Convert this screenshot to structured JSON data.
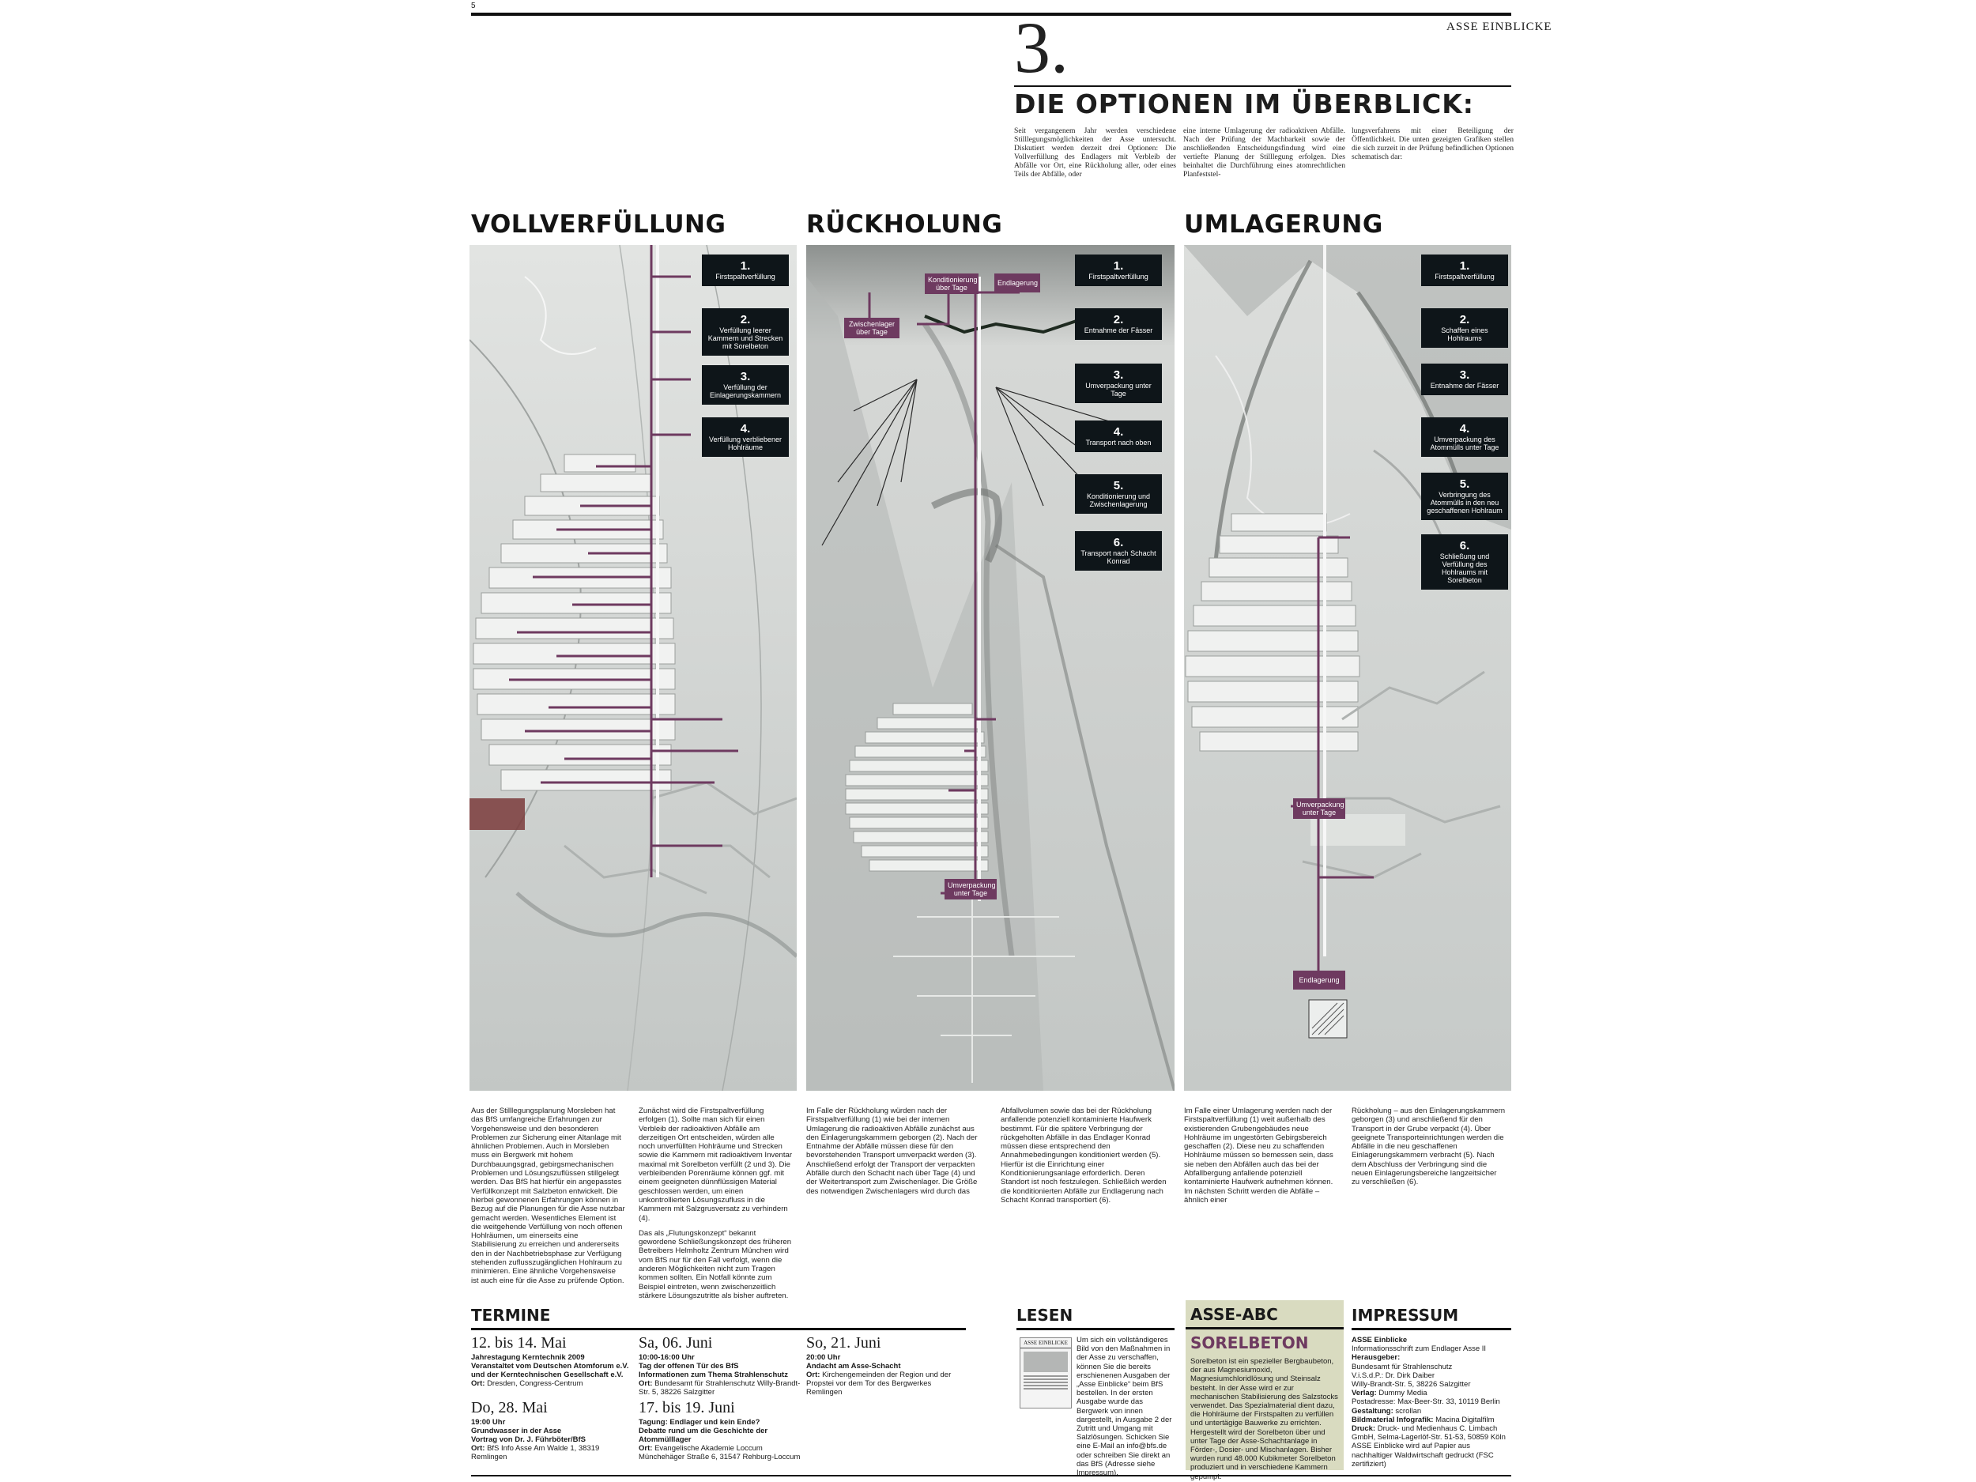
{
  "header": {
    "page_number": "5",
    "kicker": "ASSE EINBLICKE",
    "chapter_number": "3.",
    "headline": "DIE OPTIONEN IM ÜBERBLICK:",
    "intro_columns": [
      "Seit vergangenem Jahr werden verschiedene Stilllegungsmöglichkeiten der Asse untersucht. Diskutiert werden derzeit drei Optionen: Die Vollverfüllung des Endlagers mit Verbleib der Abfälle vor Ort, eine Rückholung aller, oder eines Teils der Abfälle, oder",
      "eine interne Umlagerung der radioaktiven Abfälle. Nach der Prüfung der Machbarkeit sowie der anschließenden Entscheidungsfindung wird eine vertiefte Planung der Stilllegung erfolgen. Dies beinhaltet die Durchführung eines atomrechtlichen Planfeststel-",
      "lungsverfahrens mit einer Beteiligung der Öffentlichkeit. Die unten gezeigten Grafiken stellen die sich zurzeit in der Prüfung befindlichen Optionen schematisch dar:"
    ]
  },
  "options": [
    {
      "title": "VOLLVERFÜLLUNG",
      "steps": [
        {
          "n": "1.",
          "label": "Firstspaltverfüllung"
        },
        {
          "n": "2.",
          "label": "Verfüllung leerer Kammern und Strecken mit Sorelbeton"
        },
        {
          "n": "3.",
          "label": "Verfüllung der Einlagerungskammern"
        },
        {
          "n": "4.",
          "label": "Verfüllung verbliebener Hohlräume"
        }
      ],
      "text": [
        "Aus der Stilllegungsplanung Morsleben hat das BfS umfangreiche Erfahrungen zur Vorgehensweise und den besonderen Problemen zur Sicherung einer Altanlage mit ähnlichen Problemen. Auch in Morsleben muss ein Bergwerk mit hohem Durchbauungsgrad, gebirgsmechanischen Problemen und Lösungszuflüssen stillgelegt werden. Das BfS hat hierfür ein angepasstes Verfüllkonzept mit Salzbeton entwickelt. Die hierbei gewonnenen Erfahrungen können in Bezug auf die Planungen für die Asse nutzbar gemacht werden. Wesentliches Element ist die weitgehende Verfüllung von noch offenen Hohlräumen, um einerseits eine Stabilisierung zu erreichen und andererseits den in der Nachbetriebsphase zur Verfügung stehenden zuflusszugänglichen Hohlraum zu minimieren. Eine ähnliche Vorgehensweise ist auch eine für die Asse zu prüfende Option.",
        "Zunächst wird die Firstspaltverfüllung erfolgen (1). Sollte man sich für einen Verbleib der radioaktiven Abfälle am derzeitigen Ort entscheiden, würden alle noch unverfüllten Hohlräume und Strecken sowie die Kammern mit radioaktivem Inventar maximal mit Sorelbeton verfüllt (2 und 3). Die verbleibenden Porenräume können ggf. mit einem geeigneten dünnflüssigen Material geschlossen werden, um einen unkontrollierten Lösungszufluss in die Kammern mit Salzgrusversatz zu verhindern (4).",
        "Das als „Flutungskonzept“ bekannt gewordene Schließungskonzept des früheren Betreibers Helmholtz Zentrum München wird vom BfS nur für den Fall verfolgt, wenn die anderen Möglichkeiten nicht zum Tragen kommen sollten. Ein Notfall könnte zum Beispiel eintreten, wenn zwischenzeitlich stärkere Lösungszutritte als bisher auftreten."
      ]
    },
    {
      "title": "RÜCKHOLUNG",
      "steps": [
        {
          "n": "1.",
          "label": "Firstspaltverfüllung"
        },
        {
          "n": "2.",
          "label": "Entnahme der Fässer"
        },
        {
          "n": "3.",
          "label": "Umverpackung unter Tage"
        },
        {
          "n": "4.",
          "label": "Transport nach oben"
        },
        {
          "n": "5.",
          "label": "Konditionierung und Zwischenlagerung"
        },
        {
          "n": "6.",
          "label": "Transport nach Schacht Konrad"
        }
      ],
      "labels": {
        "konditionierung": "Konditionierung über Tage",
        "endlagerung": "Endlagerung",
        "zwischenlager": "Zwischenlager über Tage",
        "umverpackung": "Umverpackung unter Tage"
      },
      "text": [
        "Im Falle der Rückholung würden nach der Firstspaltverfüllung (1) wie bei der internen Umlagerung die radioaktiven Abfälle zunächst aus den Einlagerungskammern geborgen (2). Nach der Entnahme der Abfälle müssen diese für den bevorstehenden Transport umverpackt werden (3). Anschließend erfolgt der Transport der verpackten Abfälle durch den Schacht nach über Tage (4) und der Weitertransport zum Zwischenlager. Die Größe des notwendigen Zwischenlagers wird durch das",
        "Abfallvolumen sowie das bei der Rückholung anfallende potenziell kontaminierte Haufwerk bestimmt. Für die spätere Verbringung der rückgeholten Abfälle in das Endlager Konrad müssen diese entsprechend den Annahmebedingungen konditioniert werden (5). Hierfür ist die Einrichtung einer Konditionierungsanlage erforderlich. Deren Standort ist noch festzulegen. Schließlich werden die konditionierten Abfälle zur Endlagerung nach Schacht Konrad transportiert (6)."
      ]
    },
    {
      "title": "UMLAGERUNG",
      "steps": [
        {
          "n": "1.",
          "label": "Firstspaltverfüllung"
        },
        {
          "n": "2.",
          "label": "Schaffen eines Hohlraums"
        },
        {
          "n": "3.",
          "label": "Entnahme der Fässer"
        },
        {
          "n": "4.",
          "label": "Umverpackung des Atommülls unter Tage"
        },
        {
          "n": "5.",
          "label": "Verbringung des Atommülls in den neu geschaffenen Hohlraum"
        },
        {
          "n": "6.",
          "label": "Schließung und Verfüllung des Hohlraums mit Sorelbeton"
        }
      ],
      "labels": {
        "umverpackung": "Umverpackung unter Tage",
        "endlagerung": "Endlagerung"
      },
      "text": [
        "Im Falle einer Umlagerung werden nach der Firstspaltverfüllung (1) weit außerhalb des existierenden Grubengebäudes neue Hohlräume im ungestörten Gebirgsbereich geschaffen (2). Diese neu zu schaffenden Hohlräume müssen so bemessen sein, dass sie neben den Abfällen auch das bei der Abfallbergung anfallende potenziell kontaminierte Haufwerk aufnehmen können. Im nächsten Schritt werden die Abfälle – ähnlich einer",
        "Rückholung – aus den Einlagerungskammern geborgen (3) und anschließend für den Transport in der Grube verpackt (4). Über geeignete Transporteinrichtungen werden die Abfälle in die neu geschaffenen Einlagerungskammern verbracht (5). Nach dem Abschluss der Verbringung sind die neuen Einlagerungsbereiche langzeitsicher zu verschließen (6)."
      ]
    }
  ],
  "termine": {
    "title": "TERMINE",
    "events": [
      {
        "date": "12. bis 14. Mai",
        "lines": [
          "Jahrestagung Kerntechnik 2009",
          "Veranstaltet vom Deutschen Atomforum e.V. und der Kerntechnischen Gesellschaft e.V."
        ],
        "ort_label": "Ort:",
        "ort": "Dresden, Congress-Centrum"
      },
      {
        "date": "Sa, 06. Juni",
        "lines": [
          "10:00-16:00 Uhr",
          "Tag der offenen Tür des BfS",
          "Informationen zum Thema Strahlenschutz"
        ],
        "ort_label": "Ort:",
        "ort": "Bundesamt für Strahlenschutz Willy-Brandt-Str. 5, 38226 Salzgitter"
      },
      {
        "date": "So, 21. Juni",
        "lines": [
          "20:00 Uhr",
          "Andacht am Asse-Schacht"
        ],
        "ort_label": "Ort:",
        "ort": "Kirchengemeinden der Region und der Propstei vor dem Tor des Bergwerkes Remlingen"
      },
      {
        "date": "Do, 28. Mai",
        "lines": [
          "19:00 Uhr",
          "Grundwasser in der Asse",
          "Vortrag von Dr. J. Führböter/BfS"
        ],
        "ort_label": "Ort:",
        "ort": "BfS Info Asse Am Walde 1, 38319 Remlingen"
      },
      {
        "date": "17. bis 19. Juni",
        "lines": [
          "Tagung: Endlager und kein Ende?",
          "Debatte rund um die Geschichte der Atommülllager"
        ],
        "ort_label": "Ort:",
        "ort": "Evangelische Akademie Loccum Münchehäger Straße 6, 31547 Rehburg-Loccum"
      }
    ]
  },
  "lesen": {
    "title": "LESEN",
    "thumb_title": "ASSE EINBLICKE",
    "text": "Um sich ein vollständigeres Bild von den Maßnahmen in der Asse zu verschaffen, können Sie die bereits erschienenen Ausgaben der „Asse Einblicke“ beim BfS bestellen. In der ersten Ausgabe wurde das Bergwerk von innen dargestellt, in Ausgabe 2 der Zutritt und Umgang mit Salzlösungen. Schicken Sie eine E-Mail an info@bfs.de oder schreiben Sie direkt an das BfS (Adresse siehe Impressum)."
  },
  "abc": {
    "title": "ASSE-ABC",
    "term": "SORELBETON",
    "text": "Sorelbeton ist ein spezieller Bergbaubeton, der aus Magnesiumoxid, Magnesiumchloridlösung und Steinsalz besteht. In der Asse wird er zur mechanischen Stabilisierung des Salzstocks verwendet. Das Spezialmaterial dient dazu, die Hohlräume der Firstspalten zu verfüllen und untertägige Bauwerke zu errichten. Hergestellt wird der Sorelbeton über und unter Tage der Asse-Schachtanlage in Förder-, Dosier- und Mischanlagen. Bisher wurden rund 48.000 Kubikmeter Sorelbeton produziert und in verschiedene Kammern gepumpt."
  },
  "impressum": {
    "title": "IMPRESSUM",
    "lines": [
      {
        "b": "ASSE Einblicke",
        "t": ""
      },
      {
        "b": "",
        "t": "Informationsschrift zum Endlager Asse II"
      },
      {
        "b": "Herausgeber:",
        "t": ""
      },
      {
        "b": "",
        "t": "Bundesamt für Strahlenschutz"
      },
      {
        "b": "",
        "t": "V.i.S.d.P.: Dr. Dirk Daiber"
      },
      {
        "b": "",
        "t": "Willy-Brandt-Str. 5, 38226 Salzgitter"
      },
      {
        "b": "Verlag:",
        "t": " Dummy Media"
      },
      {
        "b": "",
        "t": "Postadresse: Max-Beer-Str. 33, 10119 Berlin"
      },
      {
        "b": "Gestaltung:",
        "t": " scrollan"
      },
      {
        "b": "Bildmaterial Infografik:",
        "t": " Macina Digitalfilm"
      },
      {
        "b": "Druck:",
        "t": " Druck- und Medienhaus C. Limbach GmbH, Selma-Lagerlöf-Str. 51-53, 50859 Köln"
      },
      {
        "b": "",
        "t": "ASSE Einblicke wird auf Papier aus nachhaltiger Waldwirtschaft gedruckt (FSC zertifiziert)"
      }
    ]
  },
  "colors": {
    "accent": "#6e3a60",
    "step_box": "#0e1519",
    "abc_bg": "#d9dbc0",
    "panel_bg": "#cdd0ce"
  }
}
